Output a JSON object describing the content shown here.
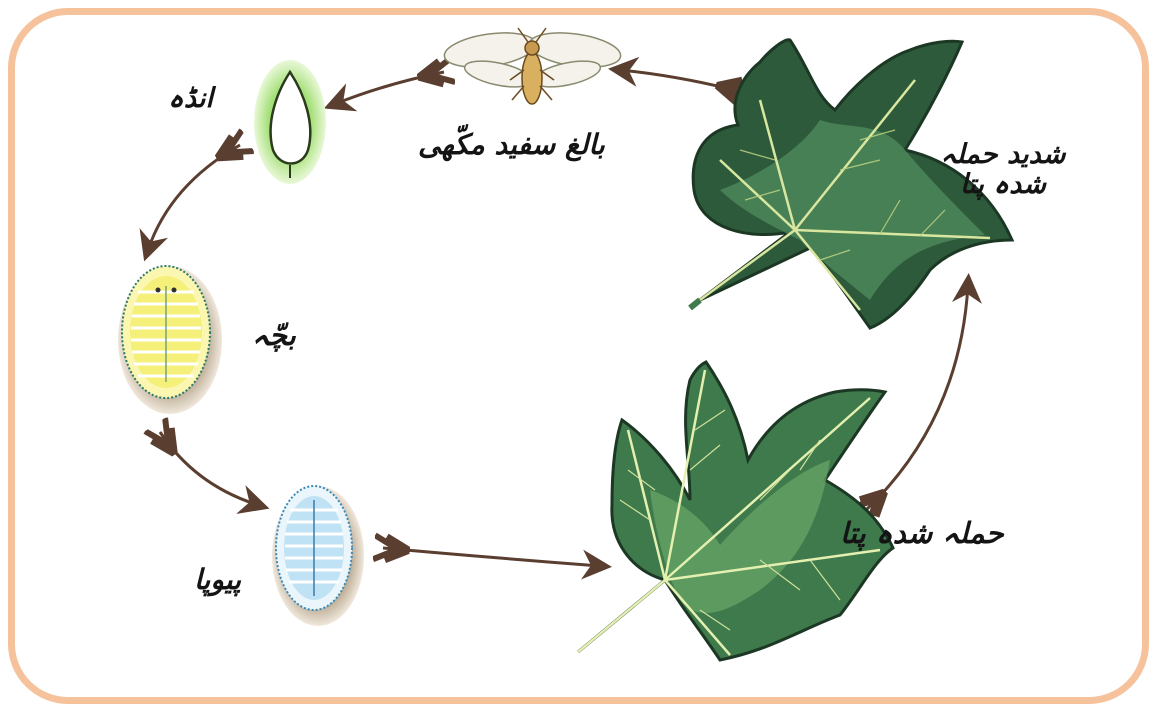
{
  "colors": {
    "frame_border": "#f6c29c",
    "arrow": "#5a3e30",
    "leaf_dark": "#2e5a3c",
    "leaf_mid": "#3f7a4c",
    "vein": "#d8e6a0",
    "egg_glow": "#a6e07a",
    "nymph_fill": "#f4f07a",
    "pupa_fill": "#d4ecf8"
  },
  "labels": {
    "egg": "انڈہ",
    "nymph": "بچّہ",
    "pupa": "پیوپا",
    "adult": "بالغ سفید مکّھی",
    "severely_attacked_leaf": "شدید حملہ شدہ پتا",
    "attacked_leaf": "حملہ شدہ پتا"
  },
  "icons": {
    "egg": "egg-icon",
    "nymph": "nymph-icon",
    "pupa": "pupa-icon",
    "adult": "whitefly-icon",
    "severe_leaf": "severely-damaged-leaf-icon",
    "attacked_leaf": "attacked-leaf-icon"
  }
}
